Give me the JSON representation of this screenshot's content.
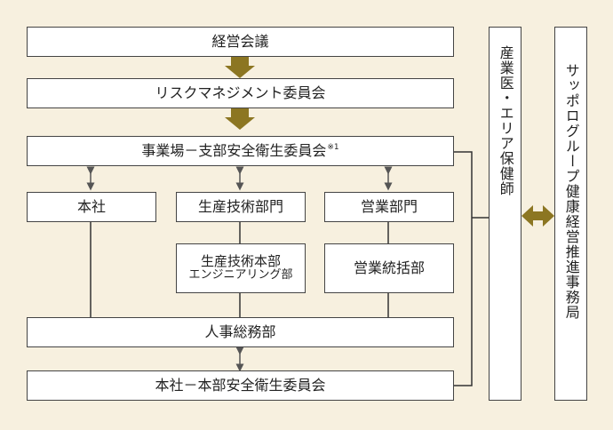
{
  "boxes": {
    "management_meeting": "経営会議",
    "risk_committee": "リスクマネジメント委員会",
    "site_committee": "事業場－支部安全衛生委員会",
    "site_committee_note": "※1",
    "head_office": "本社",
    "production_tech_dept": "生産技術部門",
    "sales_dept": "営業部門",
    "production_tech_hq_line1": "生産技術本部",
    "production_tech_hq_line2": "エンジニアリング部",
    "sales_general_dept": "営業統括部",
    "hr_general_affairs": "人事総務部",
    "hq_committee": "本社－本部安全衛生委員会",
    "industrial_physician": "産業医・エリア保健師",
    "health_promotion_office": "サッポログループ健康経営推進事務局"
  },
  "colors": {
    "arrow_gold": "#8c7622",
    "line_dark": "#333333",
    "background": "#f7f0df"
  }
}
